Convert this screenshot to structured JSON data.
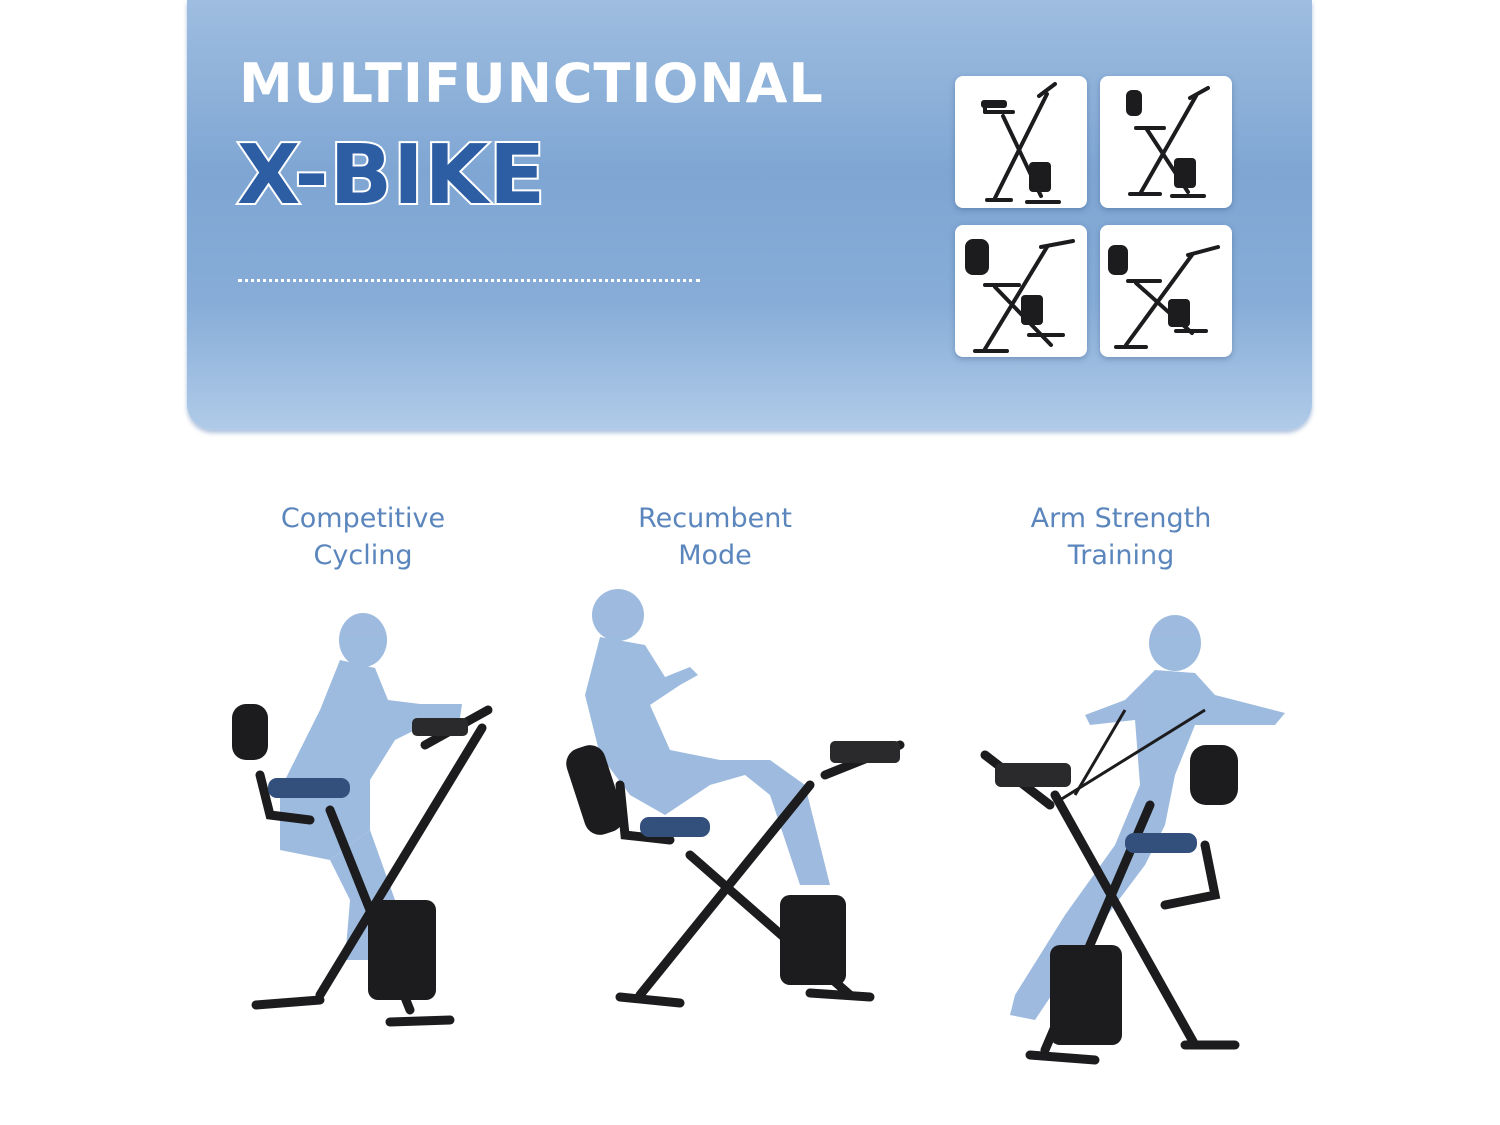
{
  "banner": {
    "title_line1": "MULTIFUNCTIONAL",
    "title_line2": "X-BIKE"
  },
  "modes": [
    {
      "line1": "Competitive",
      "line2": "Cycling"
    },
    {
      "line1": "Recumbent",
      "line2": "Mode"
    },
    {
      "line1": "Arm Strength",
      "line2": "Training"
    }
  ],
  "colors": {
    "banner_blue": "#86acd7",
    "title_blue": "#2d5ea4",
    "label_blue": "#5b86bd",
    "bike_black": "#1c1c1e",
    "figure_blue": "#93b4dc"
  }
}
